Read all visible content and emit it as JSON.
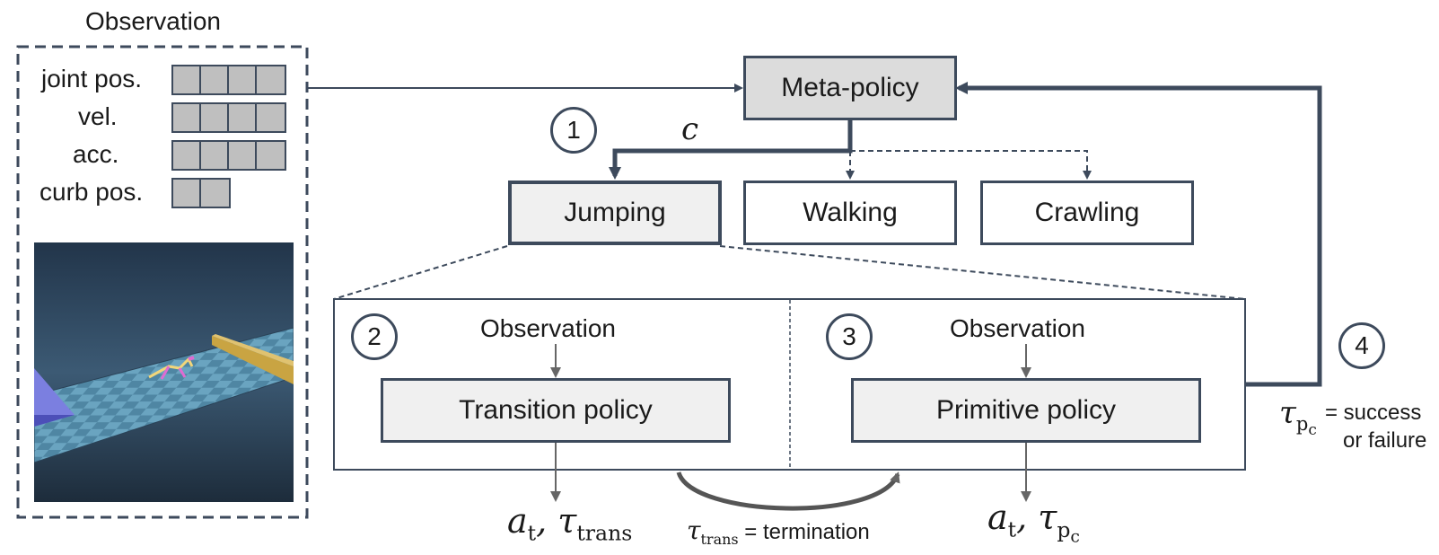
{
  "observation_panel": {
    "title": "Observation",
    "rows": [
      {
        "label": "joint pos.",
        "cells": 4
      },
      {
        "label": "vel.",
        "cells": 4
      },
      {
        "label": "acc.",
        "cells": 4
      },
      {
        "label": "curb pos.",
        "cells": 2
      }
    ]
  },
  "meta_policy": {
    "label": "Meta-policy"
  },
  "skills": {
    "jumping": "Jumping",
    "walking": "Walking",
    "crawling": "Crawling"
  },
  "steps": {
    "one": "1",
    "two": "2",
    "three": "3",
    "four": "4"
  },
  "c_label": "c",
  "transition": {
    "observation": "Observation",
    "label": "Transition policy"
  },
  "primitive": {
    "observation": "Observation",
    "label": "Primitive policy"
  },
  "outputs": {
    "transition_output_a": "a",
    "transition_output_a_sub": "t",
    "transition_output_tau": "τ",
    "transition_output_tau_sub": "trans",
    "primitive_output_a": "a",
    "primitive_output_a_sub": "t",
    "primitive_output_tau": "τ",
    "primitive_output_tau_sub": "p",
    "primitive_output_tau_subsub": "c"
  },
  "termination": {
    "tau": "τ",
    "tau_sub": "trans",
    "text": " = termination"
  },
  "feedback": {
    "tau": "τ",
    "tau_sub": "p",
    "tau_subsub": "c",
    "line1": "= success",
    "line2": "or failure"
  }
}
